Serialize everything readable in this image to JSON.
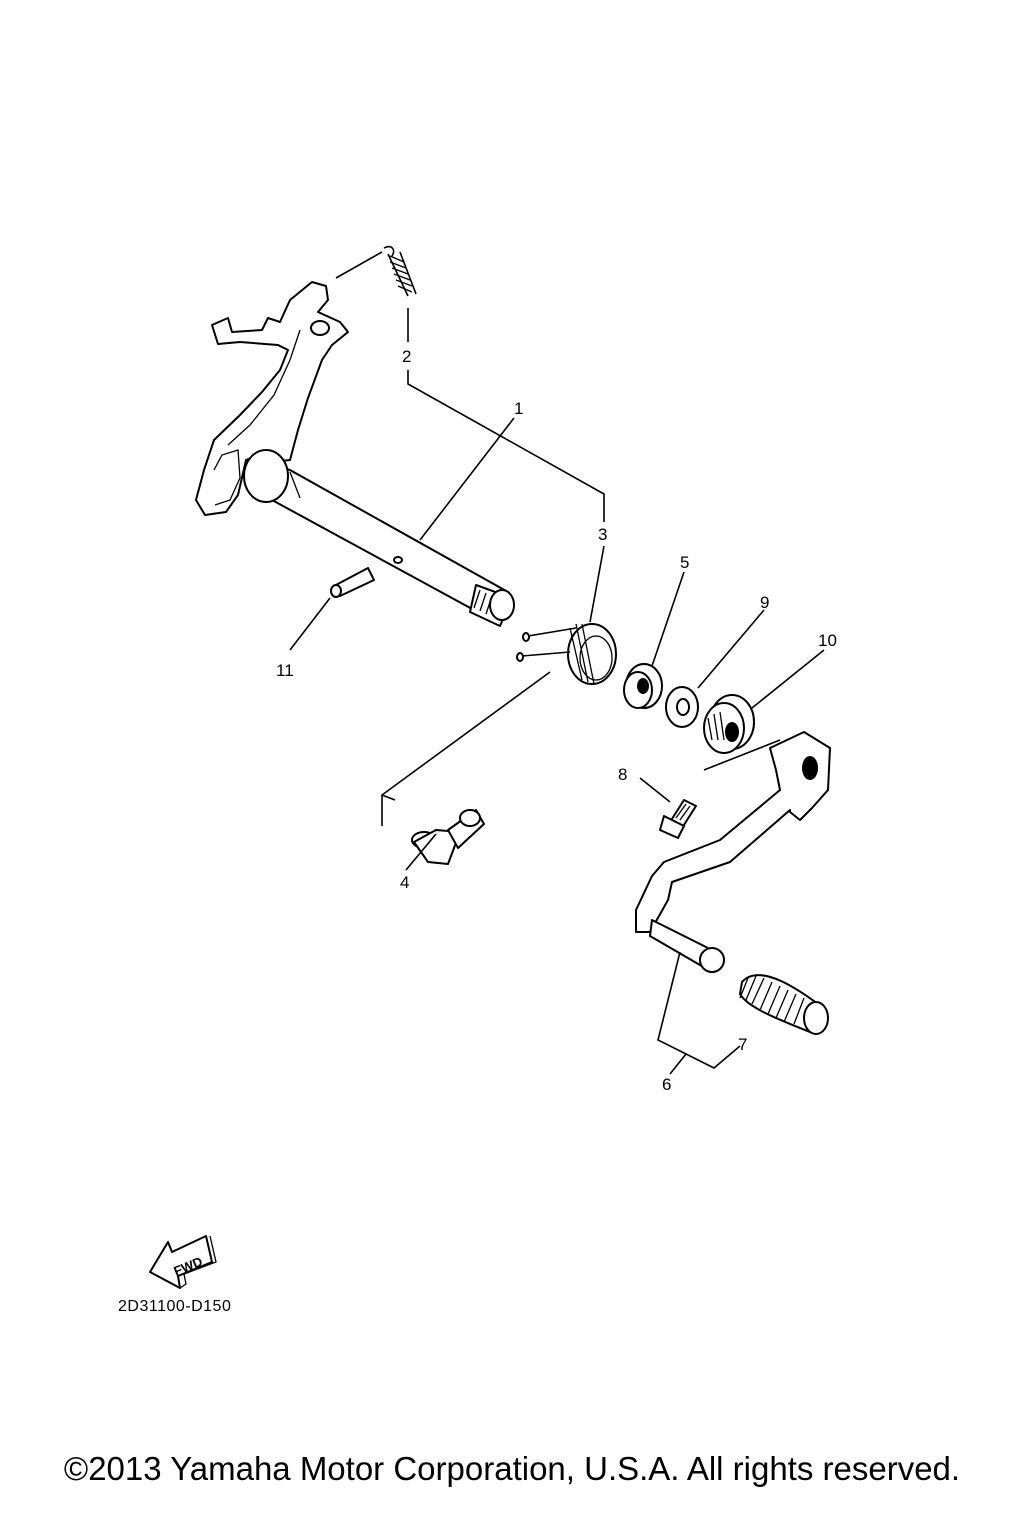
{
  "callouts": {
    "p1": "1",
    "p2": "2",
    "p3": "3",
    "p4": "4",
    "p5": "5",
    "p6": "6",
    "p7": "7",
    "p8": "8",
    "p9": "9",
    "p10": "10",
    "p11": "11"
  },
  "fwd_label": "FWD",
  "diagram_code": "2D31100-D150",
  "copyright": "©2013 Yamaha Motor Corporation, U.S.A. All rights reserved.",
  "icons": {
    "direction": "fwd-arrow-icon"
  }
}
